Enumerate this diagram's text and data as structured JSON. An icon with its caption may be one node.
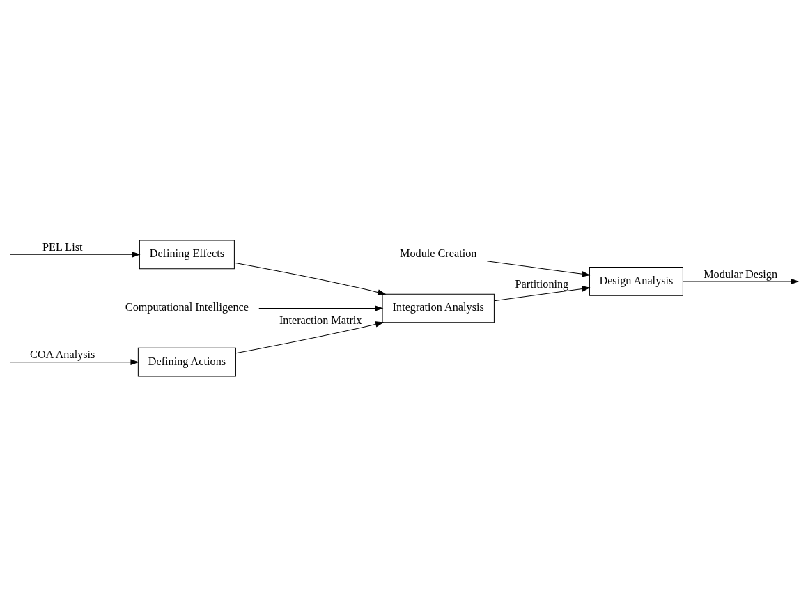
{
  "diagram": {
    "nodes": [
      {
        "text": [
          "Defining Actions"
        ]
      },
      {
        "text": [
          "Defining Effects"
        ]
      },
      {
        "text": [
          "Integration Analysis"
        ]
      },
      {
        "text": [
          "Design Analysis"
        ]
      },
      {
        "text": [
          "Computational Intelligence"
        ]
      },
      {
        "text": [
          "Module Creation"
        ]
      }
    ],
    "edges": [
      {
        "from": null,
        "to": 0,
        "arrow": "to",
        "label": "COA Analysis"
      },
      {
        "from": null,
        "to": 1,
        "arrow": "to",
        "label": "PEL List"
      },
      {
        "from": 0,
        "to": 2,
        "arrow": "to",
        "label": "Interaction Matrix"
      },
      {
        "from": 1,
        "to": 2,
        "arrow": "to"
      },
      {
        "from": 2,
        "to": 3,
        "arrow": "to",
        "label": "Partitioning"
      },
      {
        "from": 3,
        "to": null,
        "arrow": "to",
        "label": "Modular Design"
      },
      {
        "from": 4,
        "to": 2,
        "arrow": "to"
      },
      {
        "from": 5,
        "to": 3,
        "arrow": "to"
      }
    ]
  }
}
